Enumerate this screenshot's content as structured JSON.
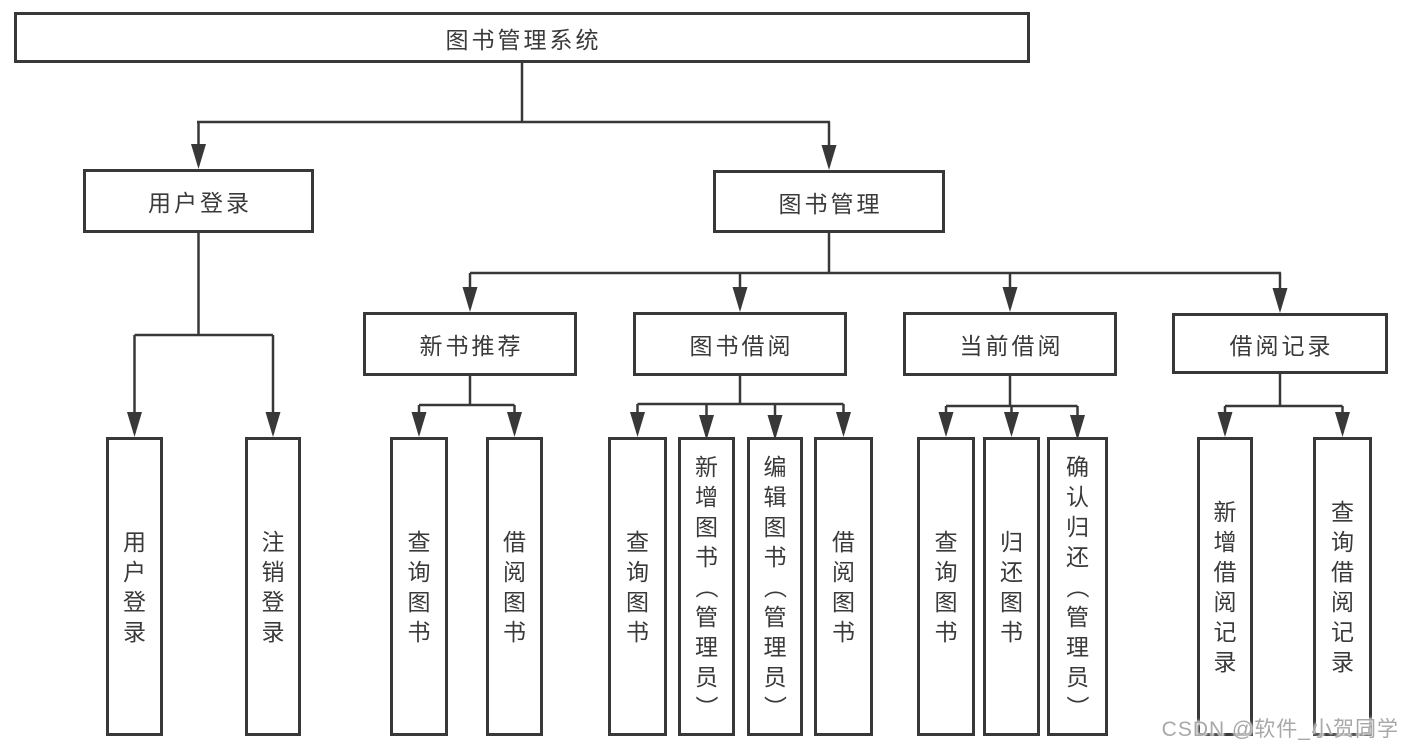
{
  "colors": {
    "line": "#383838",
    "box_border": "#383838",
    "text": "#3a3a3a",
    "watermark": "#a8a8a8",
    "background": "#ffffff"
  },
  "watermark": {
    "text": "CSDN @软件_小贺同学"
  },
  "diagram": {
    "root": {
      "label": "图书管理系统"
    },
    "user_login": {
      "label": "用户登录",
      "children": [
        {
          "label": "用户登录"
        },
        {
          "label": "注销登录"
        }
      ]
    },
    "book_mgmt": {
      "label": "图书管理",
      "groups": [
        {
          "label": "新书推荐",
          "children": [
            {
              "label": "查询图书"
            },
            {
              "label": "借阅图书"
            }
          ]
        },
        {
          "label": "图书借阅",
          "children": [
            {
              "label": "查询图书"
            },
            {
              "label": "新增图书（管理员）"
            },
            {
              "label": "编辑图书（管理员）"
            },
            {
              "label": "借阅图书"
            }
          ]
        },
        {
          "label": "当前借阅",
          "children": [
            {
              "label": "查询图书"
            },
            {
              "label": "归还图书"
            },
            {
              "label": "确认归还（管理员）"
            }
          ]
        },
        {
          "label": "借阅记录",
          "children": [
            {
              "label": "新增借阅记录"
            },
            {
              "label": "查询借阅记录"
            }
          ]
        }
      ]
    }
  }
}
